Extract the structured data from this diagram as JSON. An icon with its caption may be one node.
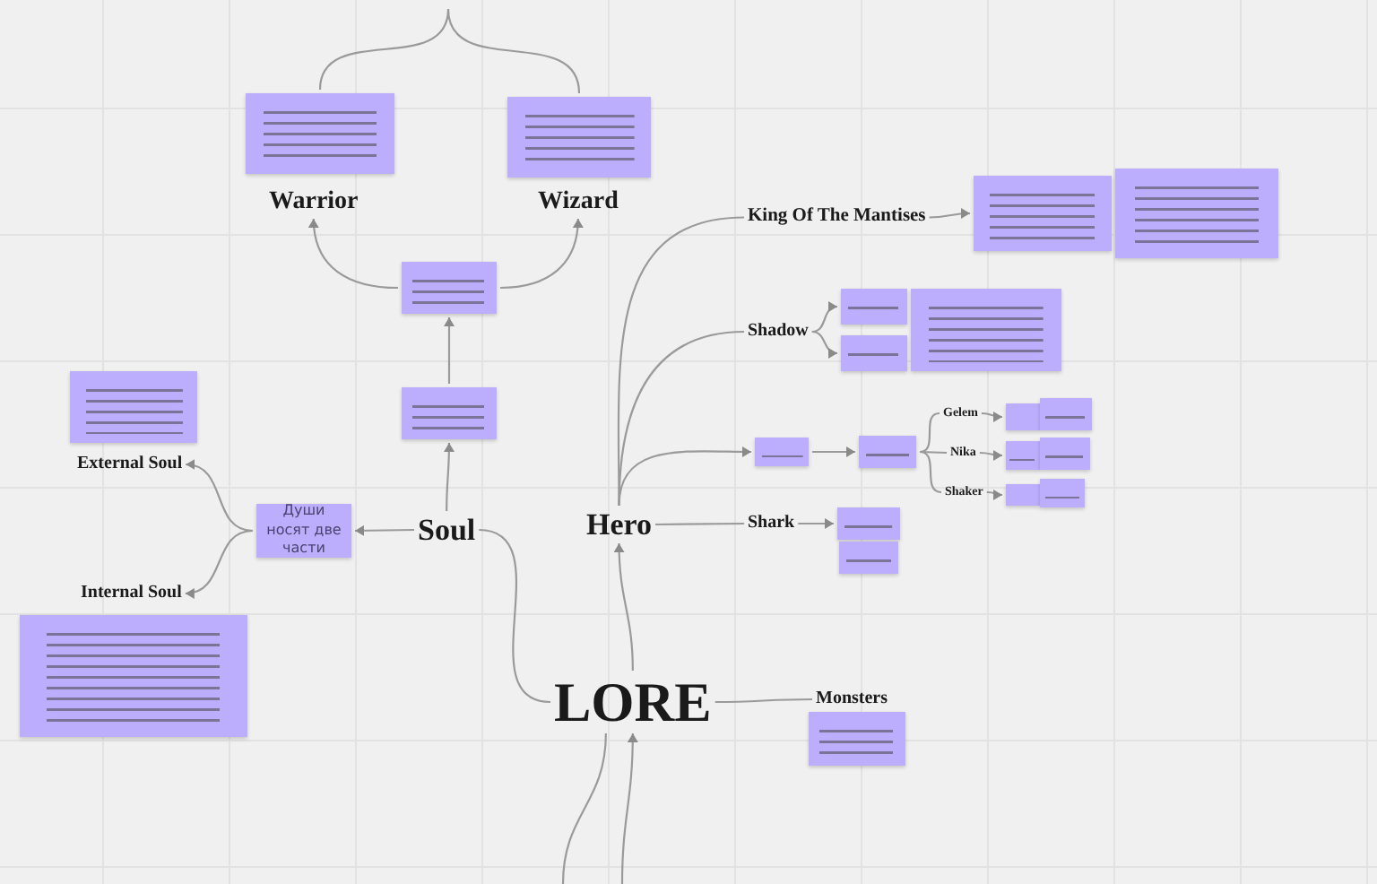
{
  "diagram": {
    "nodes": [
      {
        "text": [
          "LORE"
        ]
      },
      {
        "text": [
          "Soul"
        ]
      },
      {
        "text": [
          "Hero"
        ]
      },
      {
        "text": [
          "Души носят две части"
        ]
      },
      {
        "text": [
          "External Soul"
        ]
      },
      {
        "text": [
          "Internal Soul"
        ]
      },
      {
        "text": [],
        "shape": "box"
      },
      {
        "text": [],
        "shape": "box"
      },
      {
        "text": [],
        "shape": "box"
      },
      {
        "text": [],
        "shape": "box"
      },
      {
        "text": [
          "Warrior"
        ]
      },
      {
        "text": [
          "Wizard"
        ]
      },
      {
        "text": [],
        "shape": "box"
      },
      {
        "text": [],
        "shape": "box"
      },
      {
        "text": [
          "King Of The Mantises"
        ]
      },
      {
        "text": [],
        "shape": "box"
      },
      {
        "text": [],
        "shape": "box"
      },
      {
        "text": [
          "Shadow"
        ]
      },
      {
        "text": [],
        "shape": "box"
      },
      {
        "text": [],
        "shape": "box"
      },
      {
        "text": [],
        "shape": "box"
      },
      {
        "text": [],
        "shape": "box"
      },
      {
        "text": [],
        "shape": "box"
      },
      {
        "text": [
          "Gelem"
        ]
      },
      {
        "text": [
          "Nika"
        ]
      },
      {
        "text": [
          "Shaker"
        ]
      },
      {
        "text": [],
        "shape": "box"
      },
      {
        "text": [],
        "shape": "box"
      },
      {
        "text": [],
        "shape": "box"
      },
      {
        "text": [],
        "shape": "box"
      },
      {
        "text": [],
        "shape": "box"
      },
      {
        "text": [],
        "shape": "box"
      },
      {
        "text": [
          "Shark"
        ]
      },
      {
        "text": [],
        "shape": "box"
      },
      {
        "text": [],
        "shape": "box"
      },
      {
        "text": [
          "Monsters"
        ]
      },
      {
        "text": [],
        "shape": "box"
      }
    ],
    "edges": [
      {
        "from": 0,
        "to": 1,
        "arrow": "none"
      },
      {
        "from": 0,
        "to": 2,
        "arrow": "to"
      },
      {
        "from": 0,
        "to": 35,
        "arrow": "none"
      },
      {
        "from": null,
        "to": 0,
        "arrow": "to"
      },
      {
        "from": 0,
        "to": null,
        "arrow": "none"
      },
      {
        "from": 1,
        "to": 3,
        "arrow": "to"
      },
      {
        "from": 3,
        "to": 4,
        "arrow": "to"
      },
      {
        "from": 3,
        "to": 5,
        "arrow": "to"
      },
      {
        "from": 1,
        "to": 9,
        "arrow": "to"
      },
      {
        "from": 9,
        "to": 8,
        "arrow": "to"
      },
      {
        "from": 8,
        "to": 10,
        "arrow": "to"
      },
      {
        "from": 8,
        "to": 11,
        "arrow": "to"
      },
      {
        "from": 2,
        "to": 14,
        "arrow": "none"
      },
      {
        "from": 14,
        "to": 15,
        "arrow": "to"
      },
      {
        "from": 2,
        "to": 17,
        "arrow": "none"
      },
      {
        "from": 17,
        "to": 18,
        "arrow": "to"
      },
      {
        "from": 17,
        "to": 19,
        "arrow": "to"
      },
      {
        "from": 2,
        "to": 21,
        "arrow": "to"
      },
      {
        "from": 21,
        "to": 22,
        "arrow": "to"
      },
      {
        "from": 22,
        "to": 23,
        "arrow": "none"
      },
      {
        "from": 22,
        "to": 24,
        "arrow": "none"
      },
      {
        "from": 22,
        "to": 25,
        "arrow": "none"
      },
      {
        "from": 23,
        "to": 26,
        "arrow": "to"
      },
      {
        "from": 24,
        "to": 28,
        "arrow": "to"
      },
      {
        "from": 25,
        "to": 30,
        "arrow": "to"
      },
      {
        "from": 2,
        "to": 32,
        "arrow": "none"
      },
      {
        "from": 32,
        "to": 33,
        "arrow": "to"
      },
      {
        "from": null,
        "to": 12,
        "arrow": "none"
      },
      {
        "from": null,
        "to": 13,
        "arrow": "none"
      }
    ]
  }
}
